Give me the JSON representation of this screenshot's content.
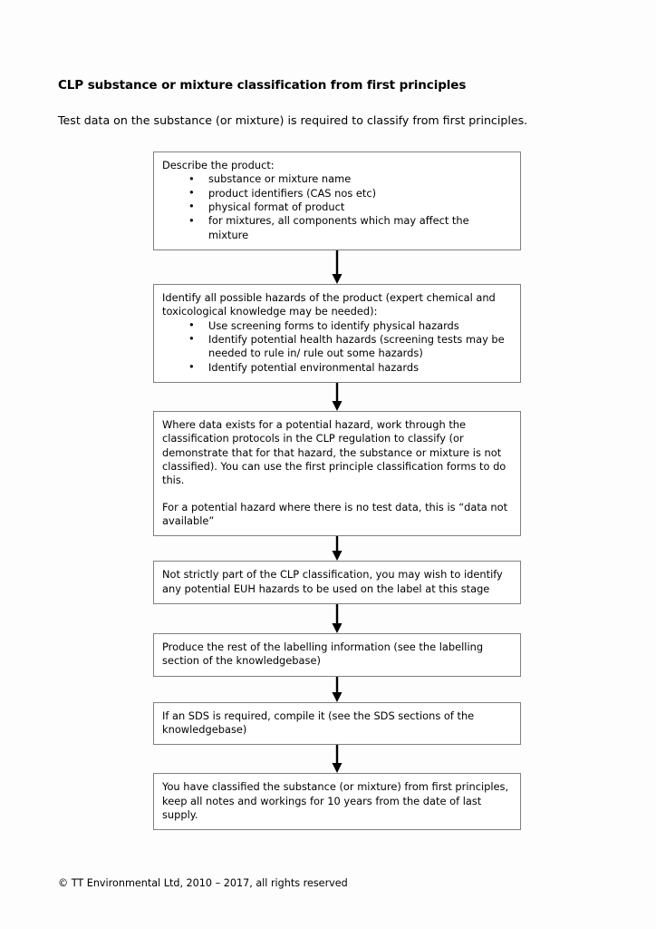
{
  "document": {
    "title": "CLP substance or mixture classification from first principles",
    "subtitle": "Test data on the substance (or mixture) is required to classify from first principles.",
    "footer": "© TT Environmental Ltd, 2010 – 2017, all rights reserved"
  },
  "colors": {
    "page_background": "#fdfdfd",
    "box_border": "#808080",
    "box_fill": "#ffffff",
    "text": "#000000",
    "arrow": "#000000"
  },
  "flowchart": {
    "type": "vertical-sequence",
    "step_count": 7,
    "connector_count": 6,
    "connector_icon": "down-arrow-icon",
    "steps": [
      {
        "id": "describe-product",
        "intro": "Describe the product:",
        "bullets": [
          "substance or mixture name",
          "product identifiers (CAS nos etc)",
          "physical format of product",
          "for mixtures, all components which may affect the mixture"
        ],
        "paragraphs": []
      },
      {
        "id": "identify-hazards",
        "intro": "Identify all possible hazards of the product (expert chemical and toxicological knowledge may be needed):",
        "bullets": [
          "Use screening forms to identify physical hazards",
          "Identify potential health hazards (screening tests may be needed to rule in/ rule out some hazards)",
          "Identify potential environmental hazards"
        ],
        "paragraphs": []
      },
      {
        "id": "classification-protocols",
        "intro": "",
        "bullets": [],
        "paragraphs": [
          "Where data exists for a potential hazard, work through the classification protocols in the CLP regulation to classify (or demonstrate that for that hazard, the substance or mixture is not classified).  You can use the first principle classification forms to do this.",
          "For a potential hazard where there is no test data, this is “data not available”"
        ]
      },
      {
        "id": "euh-hazards",
        "intro": "",
        "bullets": [],
        "paragraphs": [
          "Not strictly part of the CLP classification, you may wish to identify any potential EUH hazards to be used on the label at this stage"
        ]
      },
      {
        "id": "labelling-information",
        "intro": "",
        "bullets": [],
        "paragraphs": [
          "Produce the rest of the labelling information (see the labelling section of the knowledgebase)"
        ]
      },
      {
        "id": "sds-compile",
        "intro": "",
        "bullets": [],
        "paragraphs": [
          "If an SDS is required, compile it (see the SDS sections of the knowledgebase)"
        ]
      },
      {
        "id": "record-keeping",
        "intro": "",
        "bullets": [],
        "paragraphs": [
          "You have classified the substance (or mixture) from first principles, keep all notes and workings for 10 years from the date of last supply."
        ]
      }
    ]
  }
}
